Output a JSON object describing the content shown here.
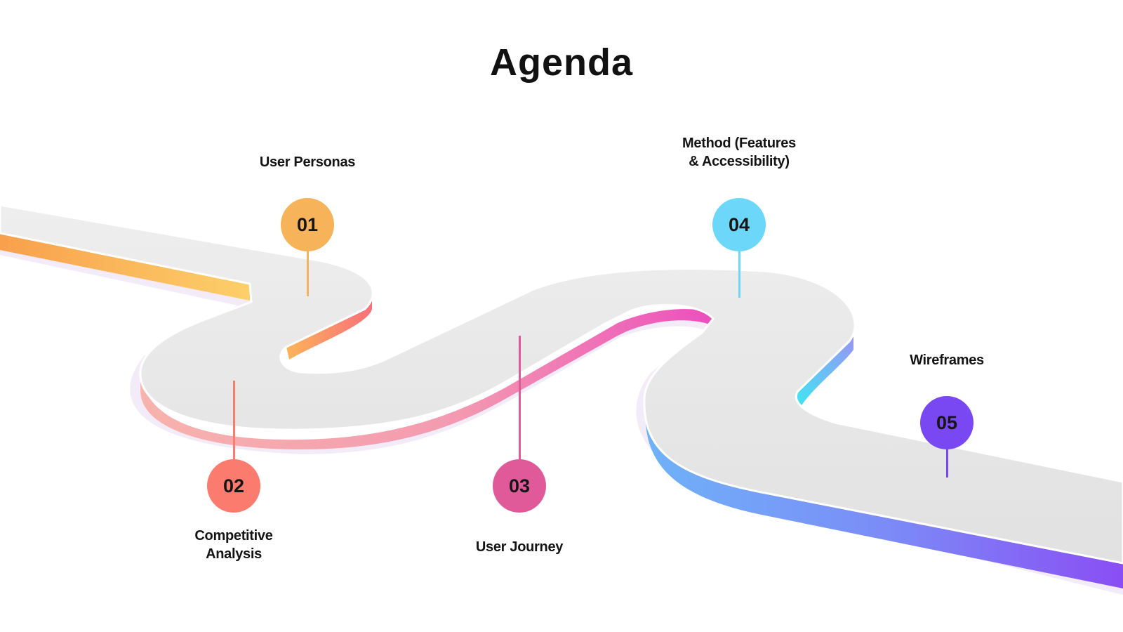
{
  "title": "Agenda",
  "colors": {
    "road_surface": "#e4e4e4",
    "step_01": "#f6b35a",
    "step_02": "#fb7b6e",
    "step_03": "#e05a9a",
    "step_04": "#6dd7fa",
    "step_05": "#7a48f2"
  },
  "steps": [
    {
      "number": "01",
      "label": "User Personas"
    },
    {
      "number": "02",
      "label": "Competitive Analysis"
    },
    {
      "number": "03",
      "label": "User Journey"
    },
    {
      "number": "04",
      "label": "Method (Features & Accessibility)"
    },
    {
      "number": "05",
      "label": "Wireframes"
    }
  ]
}
